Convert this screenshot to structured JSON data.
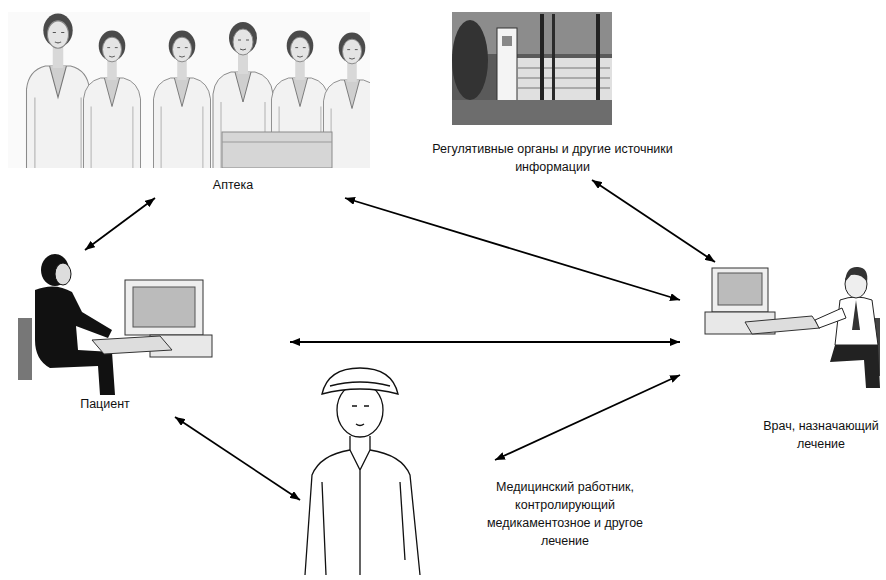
{
  "diagram": {
    "nodes": [
      {
        "text": [
          "Аптека"
        ]
      },
      {
        "text": [
          "Регулятивные органы и другие источники информации"
        ]
      },
      {
        "text": [
          "Пациент"
        ]
      },
      {
        "text": [
          "Врач, назначающий лечение"
        ]
      },
      {
        "text": [
          "Медицинский работник, контролирующий медикаментозное и другое лечение"
        ]
      }
    ],
    "edges": [
      {
        "from": 0,
        "to": 2,
        "arrow": "both"
      },
      {
        "from": 0,
        "to": 3,
        "arrow": "both"
      },
      {
        "from": 1,
        "to": 3,
        "arrow": "both"
      },
      {
        "from": 2,
        "to": 3,
        "arrow": "both"
      },
      {
        "from": 2,
        "to": 4,
        "arrow": "both"
      },
      {
        "from": 4,
        "to": 3,
        "arrow": "both"
      }
    ]
  }
}
